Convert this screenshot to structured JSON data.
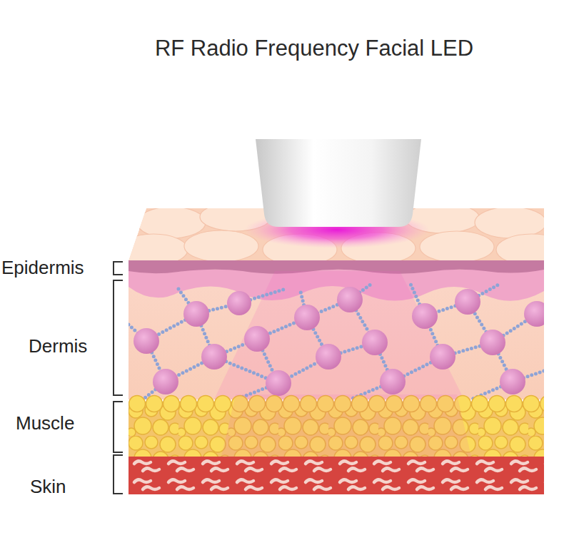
{
  "diagram": {
    "title": "RF Radio Frequency Facial LED",
    "labels": [
      "Epidermis",
      "Dermis",
      "Muscle",
      "Skin"
    ]
  }
}
